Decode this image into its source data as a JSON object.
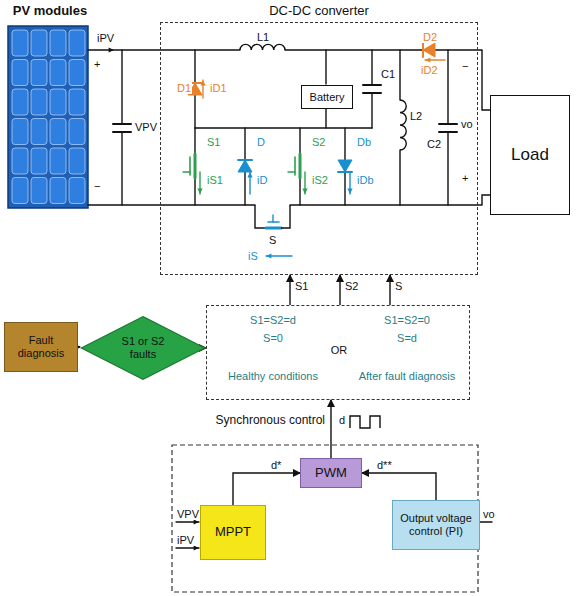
{
  "diagram": {
    "nodes": [
      {
        "text": [
          "PV modules"
        ]
      },
      {
        "text": [
          "DC-DC converter"
        ]
      },
      {
        "text": [
          "Battery"
        ],
        "in": 1
      },
      {
        "text": [
          "Load"
        ]
      },
      {
        "text": [
          "Fault diagnosis"
        ]
      },
      {
        "text": [
          "S1 or S2 faults"
        ]
      },
      {
        "text": [
          "S1=S2=d",
          "S=0",
          "Healthy conditions",
          "OR",
          "S1=S2=0",
          "S=d",
          "After fault diagnosis"
        ]
      },
      {
        "text": [
          "MPPT"
        ]
      },
      {
        "text": [
          "PWM"
        ]
      },
      {
        "text": [
          "Output voltage control (PI)"
        ]
      }
    ],
    "edges": [
      {
        "from": 4,
        "to": 5,
        "arrow": "to"
      },
      {
        "from": 5,
        "to": 6,
        "arrow": "to"
      },
      {
        "from": 6,
        "to": 1,
        "arrow": "to",
        "label": "S1"
      },
      {
        "from": 6,
        "to": 1,
        "arrow": "to",
        "label": "S2"
      },
      {
        "from": 6,
        "to": 1,
        "arrow": "to",
        "label": "S"
      },
      {
        "from": 8,
        "to": 6,
        "arrow": "to",
        "label": "Synchronous control"
      },
      {
        "from": 7,
        "to": 8,
        "arrow": "to",
        "label": "d*"
      },
      {
        "from": 9,
        "to": 8,
        "arrow": "to",
        "label": "d**"
      }
    ],
    "labels": [
      "iPV",
      "VPV",
      "+",
      "−",
      "L1",
      "D1",
      "iD1",
      "S1",
      "iS1",
      "D",
      "iD",
      "S2",
      "iS2",
      "Db",
      "iDb",
      "C1",
      "L2",
      "D2",
      "iD2",
      "C2",
      "−",
      "vo",
      "+",
      "S",
      "iS",
      "d",
      "VPV",
      "iPV",
      "vo"
    ]
  }
}
